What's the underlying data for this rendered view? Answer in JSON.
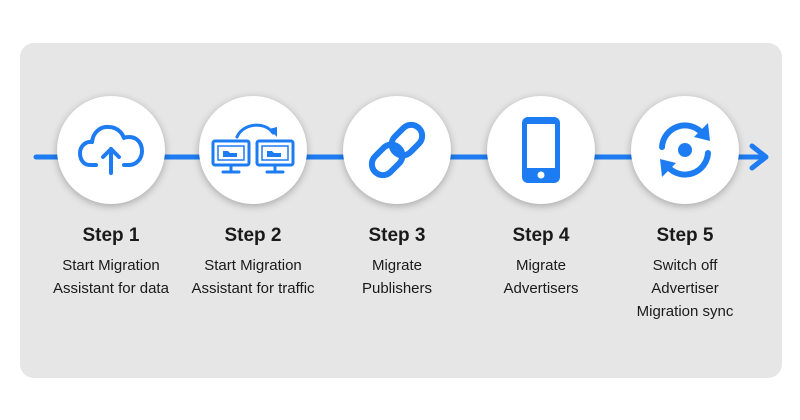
{
  "colors": {
    "accent": "#1e7cf2",
    "panel": "#e6e6e6"
  },
  "steps": [
    {
      "title": "Step 1",
      "lines": [
        "Start Migration",
        "Assistant for data"
      ],
      "icon": "cloud-upload-icon"
    },
    {
      "title": "Step 2",
      "lines": [
        "Start Migration",
        "Assistant for traffic"
      ],
      "icon": "monitor-transfer-icon"
    },
    {
      "title": "Step 3",
      "lines": [
        "Migrate",
        "Publishers"
      ],
      "icon": "link-icon"
    },
    {
      "title": "Step 4",
      "lines": [
        "Migrate",
        "Advertisers"
      ],
      "icon": "smartphone-icon"
    },
    {
      "title": "Step 5",
      "lines": [
        "Switch off",
        "Advertiser",
        "Migration sync"
      ],
      "icon": "sync-icon"
    }
  ]
}
